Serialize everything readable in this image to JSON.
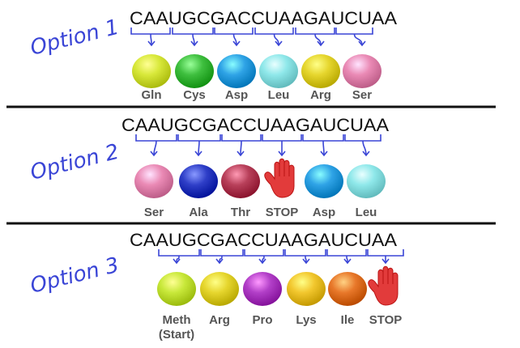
{
  "options": [
    {
      "title": "Option 1",
      "sequence": "CAAUGCGACCUAAGAUCUAA",
      "items": [
        {
          "label": "Gln",
          "color": "#d8e83a",
          "kind": "ball"
        },
        {
          "label": "Cys",
          "color": "#3fbf3f",
          "kind": "ball"
        },
        {
          "label": "Asp",
          "color": "#2fa3e6",
          "kind": "ball"
        },
        {
          "label": "Leu",
          "color": "#8fe8ea",
          "kind": "ball"
        },
        {
          "label": "Arg",
          "color": "#e6d62e",
          "kind": "ball"
        },
        {
          "label": "Ser",
          "color": "#ea8ab5",
          "kind": "ball"
        }
      ]
    },
    {
      "title": "Option 2",
      "sequence": "CAAUGCGACCUAAGAUCUAA",
      "items": [
        {
          "label": "Ser",
          "color": "#ea8ab5",
          "kind": "ball"
        },
        {
          "label": "Ala",
          "color": "#2f3fc8",
          "kind": "ball"
        },
        {
          "label": "Thr",
          "color": "#b8405a",
          "kind": "ball"
        },
        {
          "label": "STOP",
          "color": "#e23b3b",
          "kind": "hand"
        },
        {
          "label": "Asp",
          "color": "#2fa3e6",
          "kind": "ball"
        },
        {
          "label": "Leu",
          "color": "#8fe8ea",
          "kind": "ball"
        }
      ]
    },
    {
      "title": "Option 3",
      "sequence": "CAAUGCGACCUAAGAUCUAA",
      "items": [
        {
          "label": "Meth",
          "label2": "(Start)",
          "color": "#c8e83a",
          "kind": "ball"
        },
        {
          "label": "Arg",
          "color": "#e6d62e",
          "kind": "ball"
        },
        {
          "label": "Pro",
          "color": "#b23fc8",
          "kind": "ball"
        },
        {
          "label": "Lys",
          "color": "#f2c72e",
          "kind": "ball"
        },
        {
          "label": "Ile",
          "color": "#e8782a",
          "kind": "ball"
        },
        {
          "label": "STOP",
          "color": "#e23b3b",
          "kind": "hand"
        }
      ]
    }
  ]
}
